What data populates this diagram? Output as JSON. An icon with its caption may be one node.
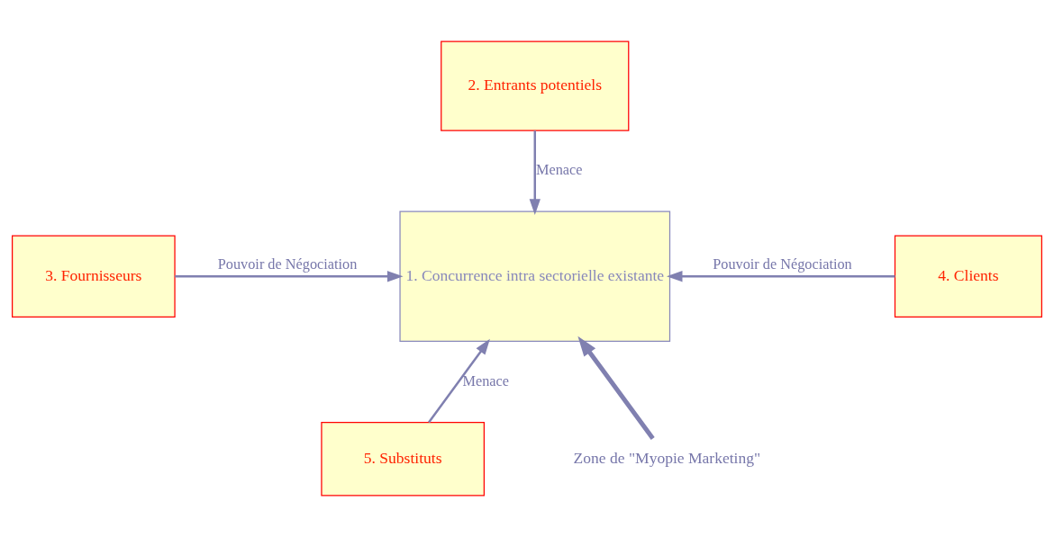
{
  "diagram": {
    "nodes": [
      {
        "text": [
          "1. Concurrence intra sectorielle existante"
        ]
      },
      {
        "text": [
          "2. Entrants potentiels"
        ]
      },
      {
        "text": [
          "3. Fournisseurs"
        ]
      },
      {
        "text": [
          "4. Clients"
        ]
      },
      {
        "text": [
          "5. Substituts"
        ]
      },
      {
        "text": [
          "Zone de \"Myopie Marketing\""
        ]
      }
    ],
    "edges": [
      {
        "from": 1,
        "to": 0,
        "arrow": "to",
        "label": "Menace"
      },
      {
        "from": 2,
        "to": 0,
        "arrow": "to",
        "label": "Pouvoir de Négociation"
      },
      {
        "from": 3,
        "to": 0,
        "arrow": "to",
        "label": "Pouvoir de Négociation"
      },
      {
        "from": 4,
        "to": 0,
        "arrow": "to",
        "label": "Menace"
      },
      {
        "from": 5,
        "to": 0,
        "arrow": "to",
        "style": "thick"
      }
    ]
  }
}
